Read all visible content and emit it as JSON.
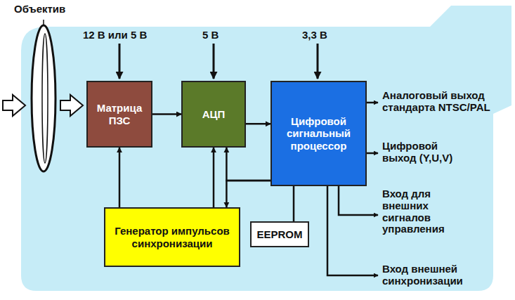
{
  "diagram": {
    "nodes": [
      {
        "text": [
          "Матрица ПЗС"
        ]
      },
      {
        "text": [
          "АЦП"
        ]
      },
      {
        "text": [
          "Цифровой сигнальный процессор"
        ]
      },
      {
        "text": [
          "Генератор импульсов синхронизации"
        ]
      },
      {
        "text": [
          "EEPROM"
        ]
      }
    ],
    "edges": [
      {
        "from": 0,
        "to": 1,
        "arrow": "to"
      },
      {
        "from": 1,
        "to": 2,
        "arrow": "to"
      },
      {
        "from": 3,
        "to": 0,
        "arrow": "to"
      },
      {
        "from": 3,
        "to": 1,
        "arrow": "to"
      },
      {
        "from": 2,
        "to": 3,
        "arrow": "to"
      },
      {
        "from": 2,
        "to": 1,
        "arrow": "to"
      },
      {
        "from": 4,
        "to": 2,
        "arrow": "none"
      }
    ],
    "labels": [
      "Объектив",
      "12 В или 5 В",
      "5 В",
      "3,3 В",
      "Аналоговый выход стандарта NTSC/PAL",
      "Цифровой выход (Y,U,V)",
      "Вход для внешних сигналов управления",
      "Вход внешней синхронизации"
    ]
  }
}
